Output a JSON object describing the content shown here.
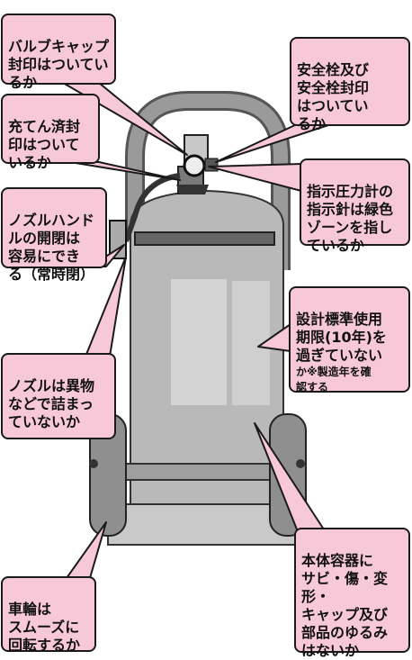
{
  "colors": {
    "callout_fill": "#f7c8d8",
    "callout_border": "#1a1a1a",
    "body_gray": "#b9b9b9",
    "wheel_gray": "#8f8f8f"
  },
  "callouts": {
    "valve_cap": "バルブキャップ封印はついているか",
    "safety_pin": "安全栓及び\n安全栓封印\nはついてい\nるか",
    "filled_seal": "充てん済封\n印はついて\nいるか",
    "pressure_gauge": "指示圧力計の\n指示針は緑色\nゾーンを指し\nているか",
    "nozzle_handle": "ノズルハンド\nルの開閉は\n容易にでき\nる（常時閉）",
    "design_standard": "設計標準使用\n期限(10年)を\n過ぎていない",
    "design_standard_note": "か※製造年を確\n認する",
    "nozzle_clog": "ノズルは異物\nなどで詰まっ\nていないか",
    "wheels": "車輪は\nスムーズに\n回転するか",
    "body_container": "本体容器に\nサビ・傷・変形・\nキャップ及び\n部品のゆるみ\nはないか"
  }
}
